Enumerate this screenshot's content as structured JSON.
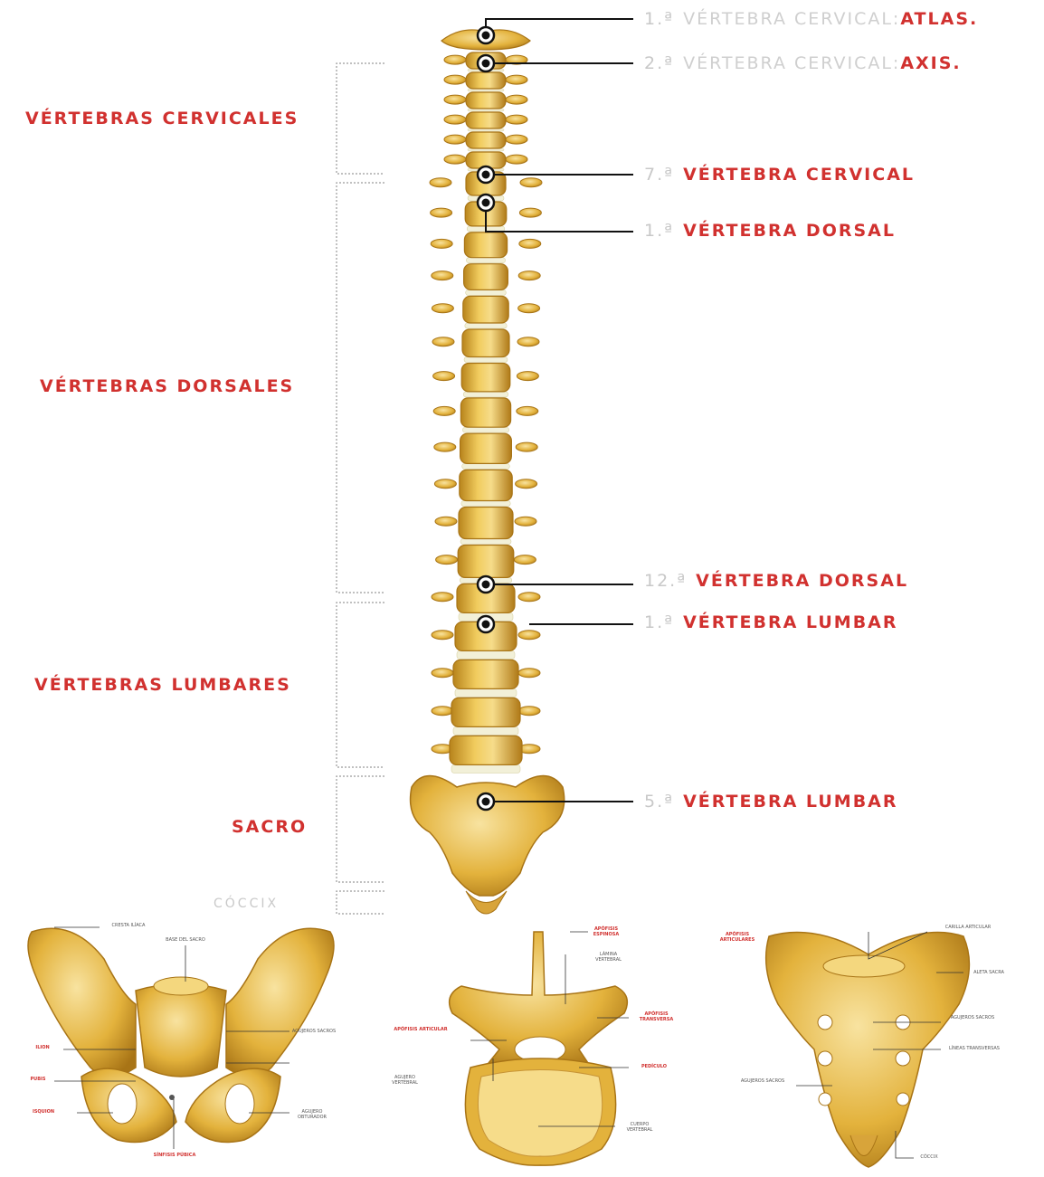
{
  "regions": {
    "cervicales": "VÉRTEBRAS CERVICALES",
    "dorsales": "VÉRTEBRAS DORSALES",
    "lumbares": "VÉRTEBRAS LUMBARES",
    "sacro": "SACRO",
    "coccix": "CÓCCIX"
  },
  "callouts": [
    {
      "num": "1.ª",
      "prefix": "VÉRTEBRA CERVICAL:",
      "name": "ATLAS."
    },
    {
      "num": "2.ª",
      "prefix": "VÉRTEBRA CERVICAL:",
      "name": "AXIS."
    },
    {
      "num": "7.ª",
      "prefix": "",
      "name": "VÉRTEBRA CERVICAL"
    },
    {
      "num": "1.ª",
      "prefix": "",
      "name": "VÉRTEBRA DORSAL"
    },
    {
      "num": "12.ª",
      "prefix": "",
      "name": "VÉRTEBRA DORSAL"
    },
    {
      "num": "1.ª",
      "prefix": "",
      "name": "VÉRTEBRA LUMBAR"
    },
    {
      "num": "5.ª",
      "prefix": "",
      "name": "VÉRTEBRA LUMBAR"
    }
  ],
  "pelvis_labels": {
    "cresta": "CRESTA ILÍACA",
    "base_sacro": "BASE DEL SACRO",
    "ilion": "ILION",
    "pubis": "PUBIS",
    "agujeros": "AGUJEROS SACROS",
    "isquion": "ISQUION",
    "obturador": "AGUJERO OBTURADOR",
    "sinfisis": "SÍNFISIS PÚBICA"
  },
  "vertebra_labels": {
    "espinosa": "APÓFISIS ESPINOSA",
    "lamina": "LÁMINA VERTEBRAL",
    "transversa": "APÓFISIS TRANSVERSA",
    "articular": "APÓFISIS ARTICULAR",
    "pediculo": "PEDÍCULO",
    "agujero": "AGUJERO VERTEBRAL",
    "cuerpo": "CUERPO VERTEBRAL"
  },
  "sacrum_labels": {
    "articulares": "APÓFISIS ARTICULARES",
    "carilla": "CARILLA ARTICULAR",
    "alas": "ALETA SACRA",
    "agujeros": "AGUJEROS SACROS",
    "lineas": "LÍNEAS TRANSVERSAS",
    "coccix": "CÓCCIX"
  },
  "colors": {
    "accent": "#d1312f",
    "bone": "#e8b93c",
    "bone_dark": "#b8841c",
    "bone_light": "#f6dc8a",
    "disc": "#f2f0d8"
  }
}
